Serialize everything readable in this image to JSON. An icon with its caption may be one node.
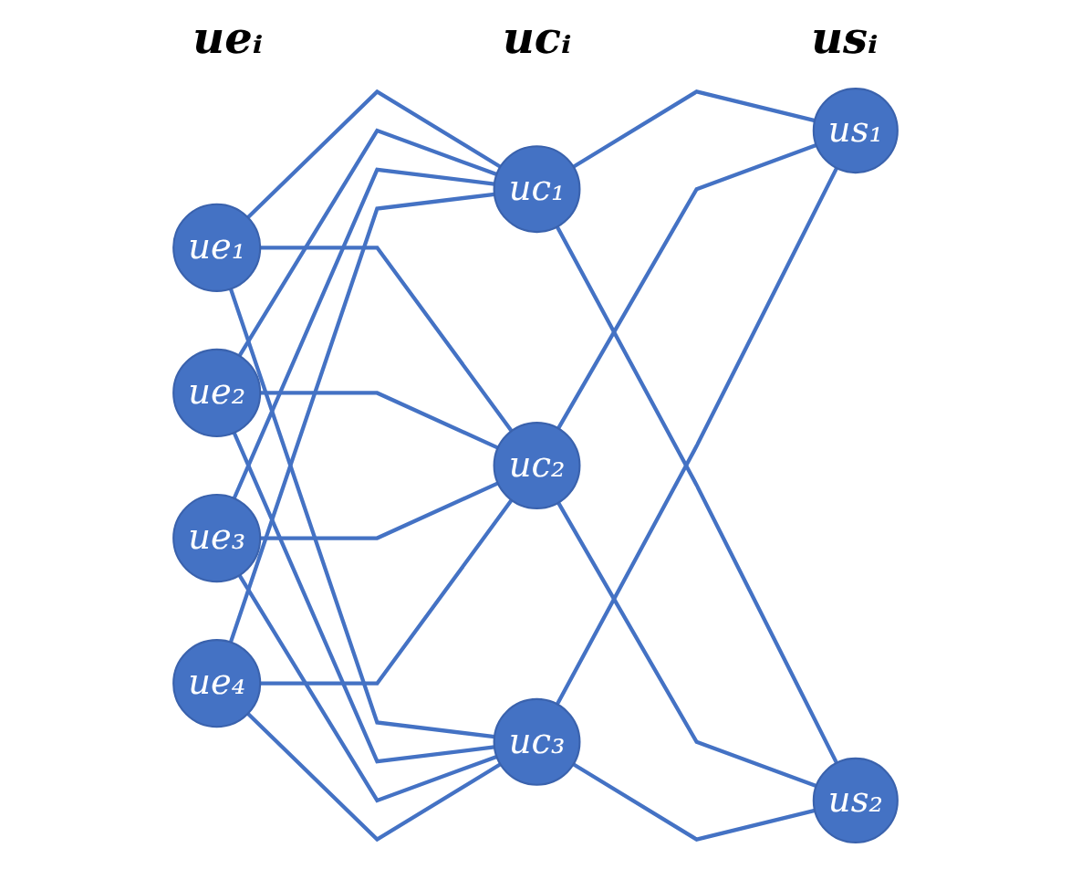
{
  "diagram": {
    "nodes": [
      {
        "text": [
          "ue₁"
        ]
      },
      {
        "text": [
          "ue₂"
        ]
      },
      {
        "text": [
          "ue₃"
        ]
      },
      {
        "text": [
          "ue₄"
        ]
      },
      {
        "text": [
          "uc₁"
        ]
      },
      {
        "text": [
          "uc₂"
        ]
      },
      {
        "text": [
          "uc₃"
        ]
      },
      {
        "text": [
          "us₁"
        ]
      },
      {
        "text": [
          "us₂"
        ]
      }
    ],
    "edges": [
      {
        "from": 0,
        "to": 4,
        "arrow": "none"
      },
      {
        "from": 0,
        "to": 5,
        "arrow": "none"
      },
      {
        "from": 0,
        "to": 6,
        "arrow": "none"
      },
      {
        "from": 1,
        "to": 4,
        "arrow": "none"
      },
      {
        "from": 1,
        "to": 5,
        "arrow": "none"
      },
      {
        "from": 1,
        "to": 6,
        "arrow": "none"
      },
      {
        "from": 2,
        "to": 4,
        "arrow": "none"
      },
      {
        "from": 2,
        "to": 5,
        "arrow": "none"
      },
      {
        "from": 2,
        "to": 6,
        "arrow": "none"
      },
      {
        "from": 3,
        "to": 4,
        "arrow": "none"
      },
      {
        "from": 3,
        "to": 5,
        "arrow": "none"
      },
      {
        "from": 3,
        "to": 6,
        "arrow": "none"
      },
      {
        "from": 4,
        "to": 7,
        "arrow": "none"
      },
      {
        "from": 4,
        "to": 8,
        "arrow": "none"
      },
      {
        "from": 5,
        "to": 7,
        "arrow": "none"
      },
      {
        "from": 5,
        "to": 8,
        "arrow": "none"
      },
      {
        "from": 6,
        "to": 7,
        "arrow": "none"
      },
      {
        "from": 6,
        "to": 8,
        "arrow": "none"
      }
    ],
    "labels": [
      "ueᵢ",
      "ucᵢ",
      "usᵢ"
    ]
  }
}
